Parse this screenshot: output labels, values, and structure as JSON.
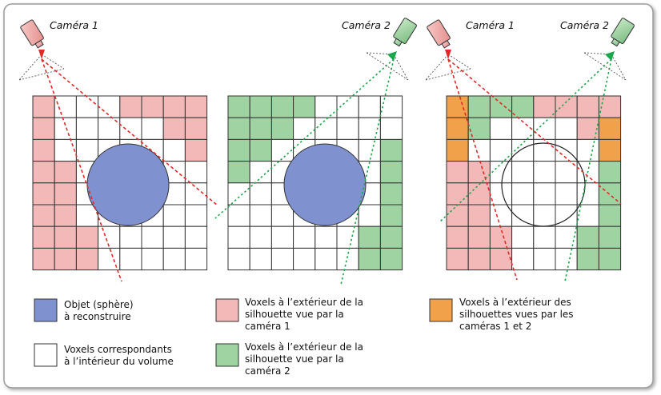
{
  "cameras": {
    "panel1": "Caméra 1",
    "panel2": "Caméra 2",
    "panel3_cam1": "Caméra 1",
    "panel3_cam2": "Caméra 2"
  },
  "legend": {
    "object": [
      "Objet (sphère)",
      "à reconstruire"
    ],
    "inside": [
      "Voxels correspondants",
      "à l’intérieur du volume"
    ],
    "outside1": [
      "Voxels à l’extérieur de la",
      "silhouette vue par la",
      "caméra 1"
    ],
    "outside2": [
      "Voxels à l’extérieur de la",
      "silhouette vue par la",
      "caméra 2"
    ],
    "outside12": [
      "Voxels à l’extérieur des",
      "silhouettes vues par les",
      "caméras 1 et 2"
    ]
  },
  "colors": {
    "pink": "#f2b9b8",
    "green": "#9fd3a2",
    "orange": "#f0a14a",
    "sphere": "#7f91cf",
    "white": "#ffffff",
    "red_ray": "#e02a2a",
    "green_ray": "#1aa64a"
  },
  "grids": {
    "panel1": [
      "PWWWPPPP",
      "PWWWWWPP",
      "PWWWWWWP",
      "PPWWWWWW",
      "PPWWWWWW",
      "PPWWWWWW",
      "PPPWWWWW",
      "PPPWWWWW"
    ],
    "panel2": [
      "GGGGWWWW",
      "GGGWWWWW",
      "GGWWWWWG",
      "GWWWWWWG",
      "WWWWWWWG",
      "WWWWWWWG",
      "WWWWWWGG",
      "WWWWWWGG"
    ],
    "panel3": [
      "OGGGPPPP",
      "OGWWWWPO",
      "OWWWWWWO",
      "PPWWWWWG",
      "PPWWWWWG",
      "PPWWWWWG",
      "PPPWWWGG",
      "PPPWWWGG"
    ]
  }
}
